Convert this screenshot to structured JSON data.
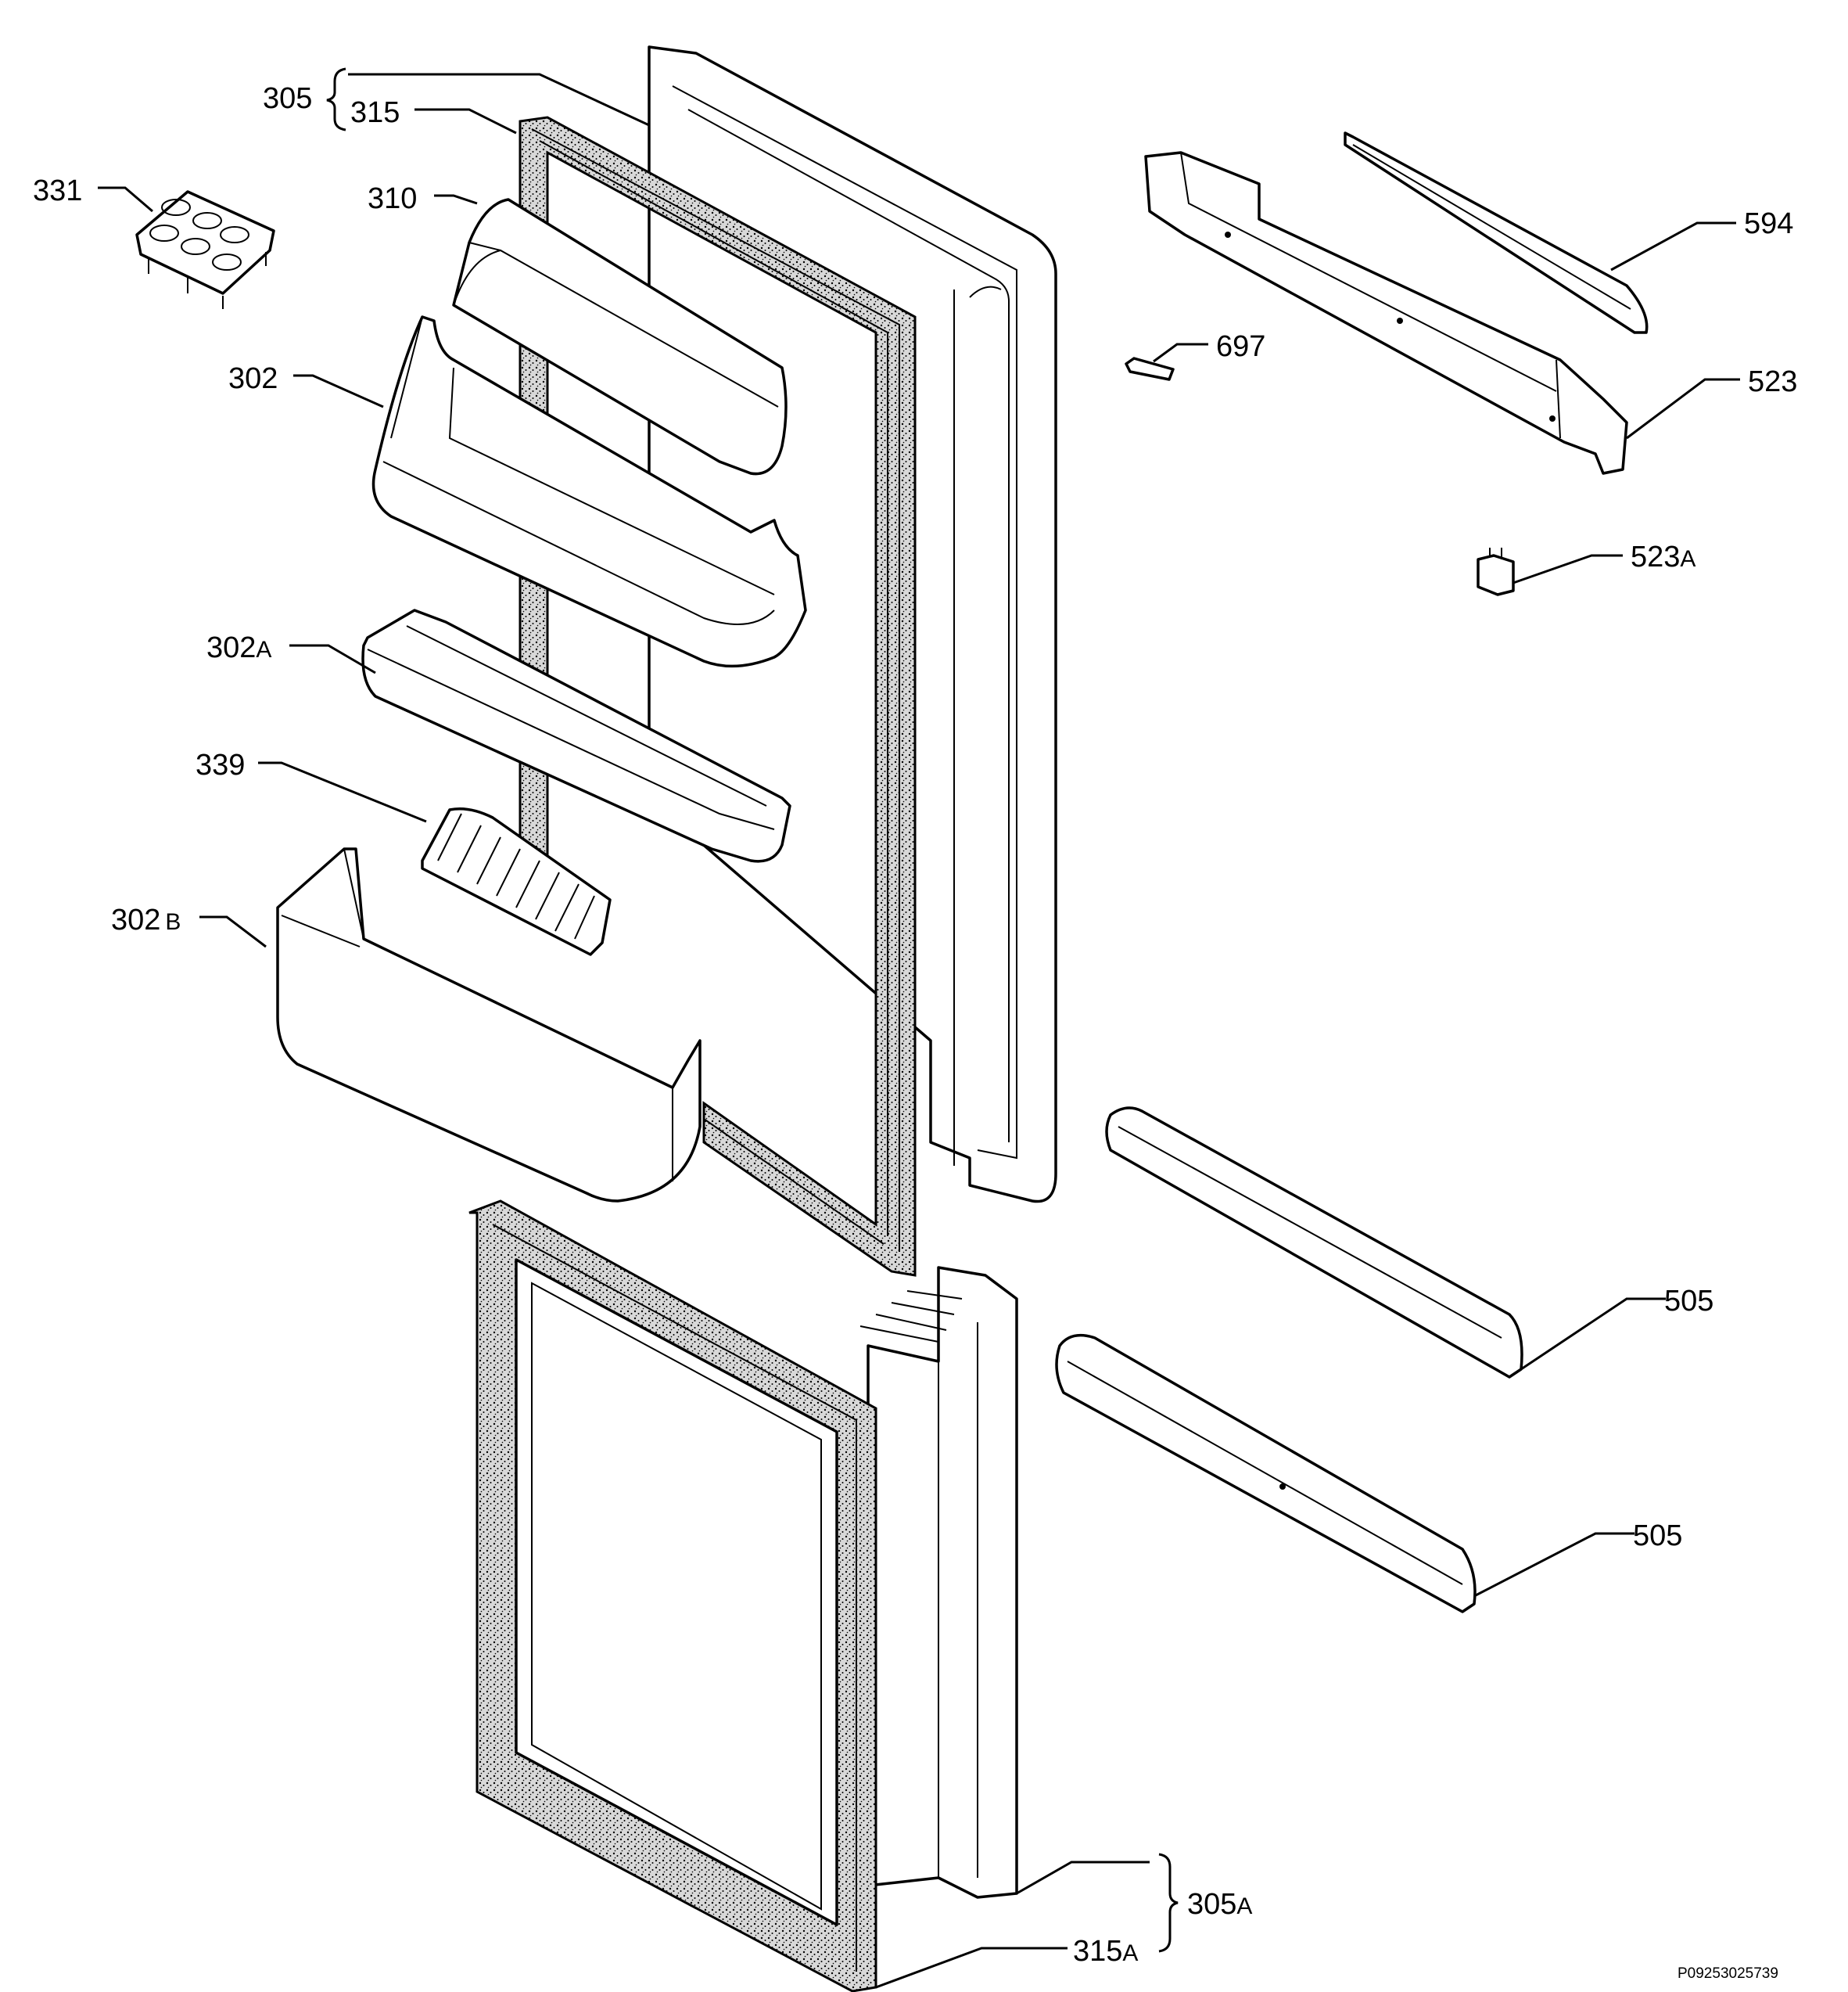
{
  "labels": {
    "l305": "305",
    "l315": "315",
    "l331": "331",
    "l310": "310",
    "l302": "302",
    "l302a": "302",
    "l302a_sub": "A",
    "l339": "339",
    "l302b": "302",
    "l302b_sub": "B",
    "l594": "594",
    "l697": "697",
    "l523": "523",
    "l523a": "523",
    "l523a_sub": "A",
    "l505a": "505",
    "l505b": "505",
    "l305a": "305",
    "l305a_sub": "A",
    "l315a": "315",
    "l315a_sub": "A"
  },
  "reference_code": "P09253025739"
}
